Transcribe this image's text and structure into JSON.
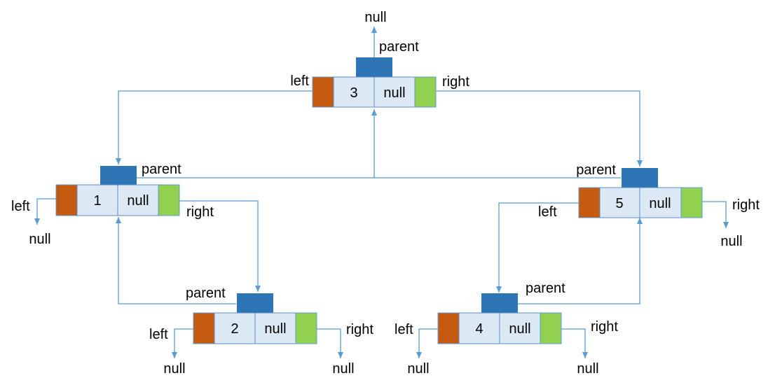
{
  "colors": {
    "parent": "#2e75b6",
    "left": "#c55a11",
    "right": "#92d050",
    "box": "#dde8f5",
    "line": "#5b9bd5"
  },
  "labels": {
    "parent": "parent",
    "left": "left",
    "right": "right",
    "null": "null"
  },
  "nodes": [
    {
      "id": "n3",
      "value": "3",
      "field": "null"
    },
    {
      "id": "n1",
      "value": "1",
      "field": "null"
    },
    {
      "id": "n5",
      "value": "5",
      "field": "null"
    },
    {
      "id": "n2",
      "value": "2",
      "field": "null"
    },
    {
      "id": "n4",
      "value": "4",
      "field": "null"
    }
  ]
}
